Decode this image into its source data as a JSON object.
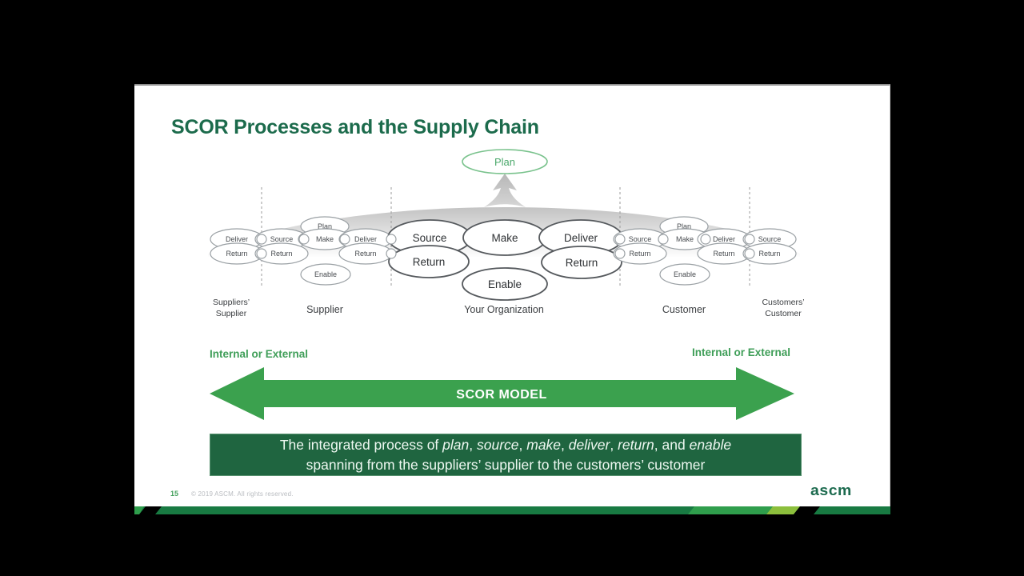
{
  "colors": {
    "brand_dark_green": "#1c6b4c",
    "accent_green": "#3ba14e",
    "caption_box_green": "#1f6540",
    "lime_green": "#8cbf3c"
  },
  "slide": {
    "title": "SCOR Processes and the Supply Chain",
    "plan": "Plan",
    "suppliers_supplier": {
      "deliver": "Deliver",
      "return": "Return",
      "label_line1": "Suppliers’",
      "label_line2": "Supplier"
    },
    "supplier": {
      "source": "Source",
      "return_a": "Return",
      "plan": "Plan",
      "make": "Make",
      "deliver": "Deliver",
      "return_b": "Return",
      "enable": "Enable",
      "label": "Supplier"
    },
    "organization": {
      "source": "Source",
      "make": "Make",
      "deliver": "Deliver",
      "return_a": "Return",
      "return_b": "Return",
      "enable": "Enable",
      "label": "Your Organization"
    },
    "customer": {
      "source": "Source",
      "return_a": "Return",
      "plan": "Plan",
      "make": "Make",
      "deliver": "Deliver",
      "return_b": "Return",
      "enable": "Enable",
      "label": "Customer"
    },
    "customers_customer": {
      "source": "Source",
      "return": "Return",
      "label_line1": "Customers’",
      "label_line2": "Customer"
    },
    "internal_external_left": "Internal or External",
    "internal_external_right": "Internal or External",
    "arrow_label": "SCOR MODEL",
    "caption": {
      "parts": [
        "The integrated process of ",
        "plan",
        ", ",
        "source",
        ", ",
        "make",
        ", ",
        "deliver",
        ", ",
        "return",
        ", and ",
        "enable"
      ],
      "line2": "spanning from the suppliers’ supplier to the customers’ customer"
    },
    "footer": {
      "page_number": "15",
      "copyright": "© 2019 ASCM. All rights reserved."
    },
    "logo_text": "ascm"
  }
}
